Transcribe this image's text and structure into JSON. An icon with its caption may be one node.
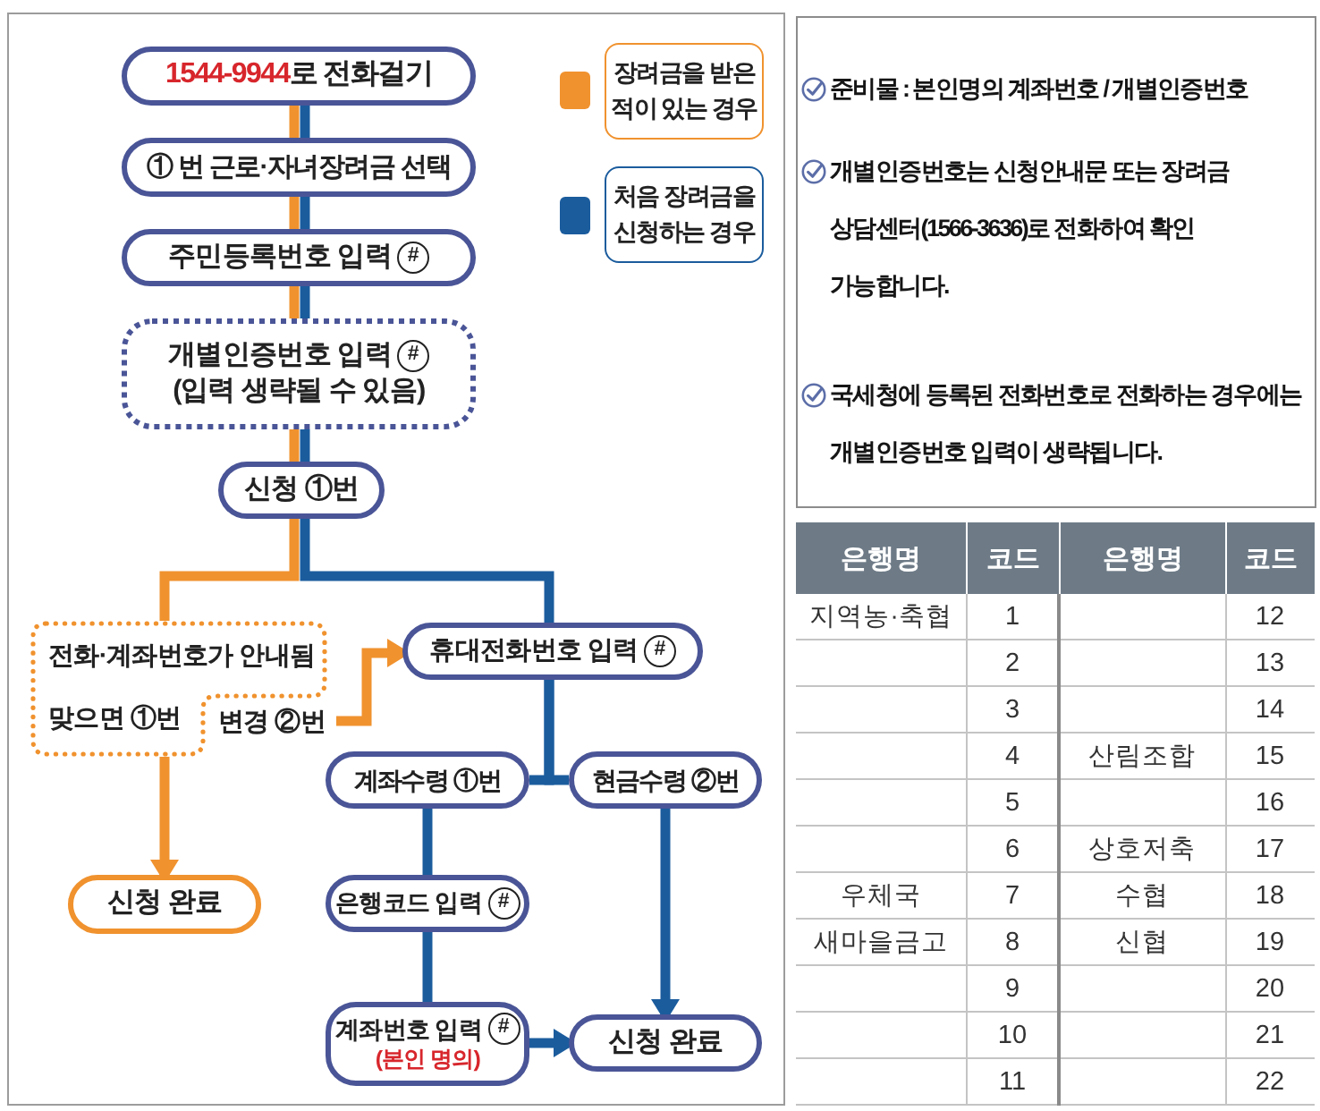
{
  "diagram": {
    "nodes": [
      {
        "text": [
          "1544-9944",
          "로 전화걸기"
        ]
      },
      {
        "text": [
          "① 번 근로·자녀장려금 선택"
        ]
      },
      {
        "text": [
          "주민등록번호 입력",
          "#"
        ]
      },
      {
        "text": [
          "개별인증번호 입력",
          "#",
          "(입력 생략될 수 있음)"
        ]
      },
      {
        "text": [
          "신청 ①번"
        ]
      },
      {
        "text": [
          "전화·계좌번호가 안내됨",
          "맞으면 ①번"
        ]
      },
      {
        "text": [
          "변경 ②번"
        ]
      },
      {
        "text": [
          "휴대전화번호 입력",
          "#"
        ]
      },
      {
        "text": [
          "계좌수령 ①번"
        ]
      },
      {
        "text": [
          "현금수령 ②번"
        ]
      },
      {
        "text": [
          "신청 완료"
        ]
      },
      {
        "text": [
          "은행코드 입력",
          "#"
        ]
      },
      {
        "text": [
          "계좌번호 입력",
          "#",
          "(본인 명의)"
        ]
      },
      {
        "text": [
          "신청 완료"
        ]
      }
    ],
    "edges": [
      {
        "from": 0,
        "to": 1,
        "arrow": "none",
        "color": "#f0922e"
      },
      {
        "from": 0,
        "to": 1,
        "arrow": "none"
      },
      {
        "from": 1,
        "to": 2,
        "arrow": "none",
        "color": "#f0922e"
      },
      {
        "from": 1,
        "to": 2,
        "arrow": "none"
      },
      {
        "from": 2,
        "to": 3,
        "arrow": "none",
        "color": "#f0922e"
      },
      {
        "from": 2,
        "to": 3,
        "arrow": "none"
      },
      {
        "from": 3,
        "to": 4,
        "arrow": "none",
        "color": "#f0922e"
      },
      {
        "from": 3,
        "to": 4,
        "arrow": "none"
      },
      {
        "from": 4,
        "to": 5,
        "arrow": "none",
        "color": "#f0922e"
      },
      {
        "from": 4,
        "to": 7,
        "arrow": "none"
      },
      {
        "from": 5,
        "to": 10,
        "arrow": "to",
        "color": "#f0922e"
      },
      {
        "from": 6,
        "to": 7,
        "arrow": "to",
        "color": "#f0922e"
      },
      {
        "from": 7,
        "to": 8,
        "arrow": "none"
      },
      {
        "from": 7,
        "to": 9,
        "arrow": "none"
      },
      {
        "from": 8,
        "to": 11,
        "arrow": "none"
      },
      {
        "from": 11,
        "to": 12,
        "arrow": "none"
      },
      {
        "from": 12,
        "to": 13,
        "arrow": "to"
      },
      {
        "from": 9,
        "to": 13,
        "arrow": "to"
      }
    ],
    "labels": [
      "준비물 : 본인명의 계좌번호 / 개별인증번호",
      "개별인증번호는 신청안내문 또는 장려금 상담센터(1566-3636)로 전화하여 확인 가능합니다.",
      "국세청에 등록된 전화번호로 전화하는 경우에는 개별인증번호 입력이 생략됩니다.",
      "은행명",
      "코드",
      "은행명",
      "코드",
      "지역농·축협",
      "1",
      "12",
      "2",
      "13",
      "3",
      "14",
      "4",
      "산림조합",
      "15",
      "5",
      "16",
      "6",
      "상호저축",
      "17",
      "우체국",
      "7",
      "수협",
      "18",
      "새마을금고",
      "8",
      "신협",
      "19",
      "9",
      "20",
      "10",
      "21",
      "11",
      "22"
    ],
    "legend": [
      {
        "text": "장려금을 받은 적이 있는 경우",
        "color": "#f0922e"
      },
      {
        "text": "처음 장려금을 신청하는 경우",
        "color": "#1b5c9d"
      }
    ]
  }
}
